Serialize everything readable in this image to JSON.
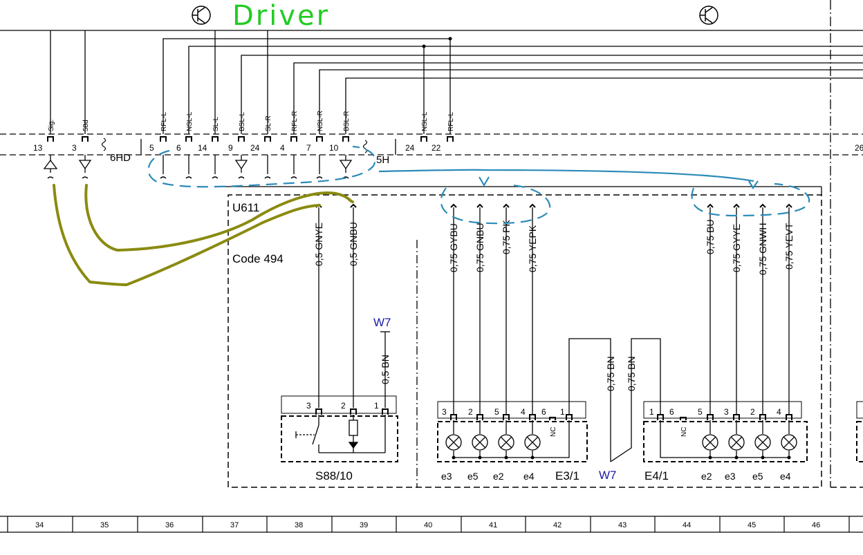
{
  "annotation": {
    "text": "Driver",
    "color": "#22cc22"
  },
  "connectors": {
    "left": "6HD",
    "right": "5H"
  },
  "pins_top": [
    {
      "sig": "Sig.",
      "num": "13"
    },
    {
      "sig": "58d",
      "num": "3"
    },
    {
      "sig": "RFL-L",
      "num": "5"
    },
    {
      "sig": "NSL-L",
      "num": "6"
    },
    {
      "sig": "SL-L",
      "num": "14"
    },
    {
      "sig": "BSL-L",
      "num": "9"
    },
    {
      "sig": "SL-R",
      "num": "24"
    },
    {
      "sig": "RFL-R",
      "num": "4"
    },
    {
      "sig": "NSL-R",
      "num": "7"
    },
    {
      "sig": "BSL-R",
      "num": "10"
    },
    {
      "sig": "NSL-L",
      "num": "24"
    },
    {
      "sig": "RFL-L",
      "num": "22"
    }
  ],
  "edge_pin": "26",
  "module": {
    "name": "U611",
    "code": "Code 494"
  },
  "wires": {
    "s88": [
      "0,5 GNYE",
      "0,5 GNBU",
      "0,5 BN"
    ],
    "e3": [
      "0,75 GYBU",
      "0,75 GNBU",
      "0,75 PK",
      "0,75 YEPK"
    ],
    "mid": [
      "0,75 BN",
      "0,75 BN"
    ],
    "e4": [
      "0,75 BU",
      "0,75 GYYE",
      "0,75 GNWH",
      "0,75 YEVT"
    ]
  },
  "ground_labels": [
    "W7",
    "W7"
  ],
  "s88": {
    "name": "S88/10",
    "pins": [
      "3",
      "2",
      "1"
    ]
  },
  "e31": {
    "name": "E3/1",
    "pins": [
      "3",
      "2",
      "5",
      "4",
      "6",
      "1"
    ],
    "nc": "NC",
    "lamps": [
      "e3",
      "e5",
      "e2",
      "e4"
    ]
  },
  "e41": {
    "name": "E4/1",
    "pins": [
      "1",
      "6",
      "5",
      "3",
      "2",
      "4"
    ],
    "nc": "NC",
    "lamps": [
      "e2",
      "e3",
      "e5",
      "e4"
    ]
  },
  "grid_cols": [
    "34",
    "35",
    "36",
    "37",
    "38",
    "39",
    "40",
    "41",
    "42",
    "43",
    "44",
    "45",
    "46"
  ],
  "colors": {
    "handdrawn_blue": "#2a8ab8",
    "handdrawn_olive": "#8a8a10",
    "label_blue": "#1a1aa6"
  }
}
